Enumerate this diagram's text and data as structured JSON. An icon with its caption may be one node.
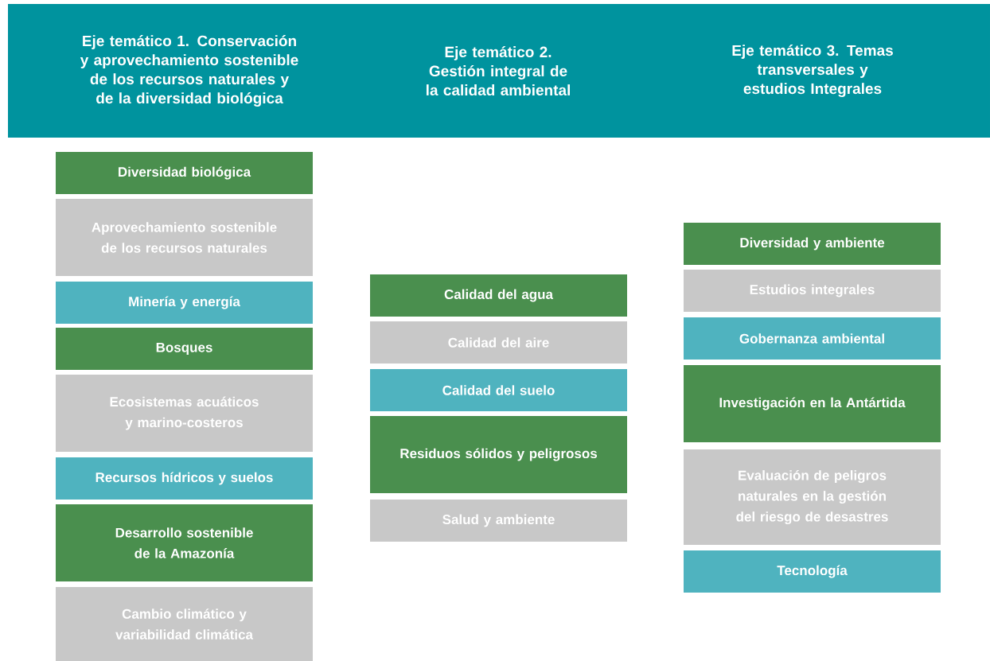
{
  "diagram": {
    "nodes": [
      {
        "text": [
          "Eje temático 1. Conservación y aprovechamiento sostenible de los recursos naturales y de la diversidad biológica",
          "Eje temático 2. Gestión integral de la calidad ambiental",
          "Eje temático 3. Temas transversales y estudios Integrales"
        ]
      },
      {
        "text": [
          "Diversidad biológica"
        ]
      },
      {
        "text": [
          "Aprovechamiento sostenible de los recursos naturales"
        ]
      },
      {
        "text": [
          "Minería y energía"
        ]
      },
      {
        "text": [
          "Bosques"
        ]
      },
      {
        "text": [
          "Ecosistemas acuáticos y marino-costeros"
        ]
      },
      {
        "text": [
          "Recursos hídricos y suelos"
        ]
      },
      {
        "text": [
          "Desarrollo sostenible de la Amazonía"
        ]
      },
      {
        "text": [
          "Cambio climático y variabilidad climática"
        ]
      },
      {
        "text": [
          "Calidad del agua"
        ]
      },
      {
        "text": [
          "Calidad del aire"
        ]
      },
      {
        "text": [
          "Calidad del suelo"
        ]
      },
      {
        "text": [
          "Residuos sólidos y peligrosos"
        ]
      },
      {
        "text": [
          "Salud y ambiente"
        ]
      },
      {
        "text": [
          "Diversidad y ambiente"
        ]
      },
      {
        "text": [
          "Estudios integrales"
        ]
      },
      {
        "text": [
          "Gobernanza ambiental"
        ]
      },
      {
        "text": [
          "Investigación en la Antártida"
        ]
      },
      {
        "text": [
          "Evaluación de peligros naturales en la gestión del riesgo de desastres"
        ]
      },
      {
        "text": [
          "Tecnología"
        ]
      }
    ]
  }
}
